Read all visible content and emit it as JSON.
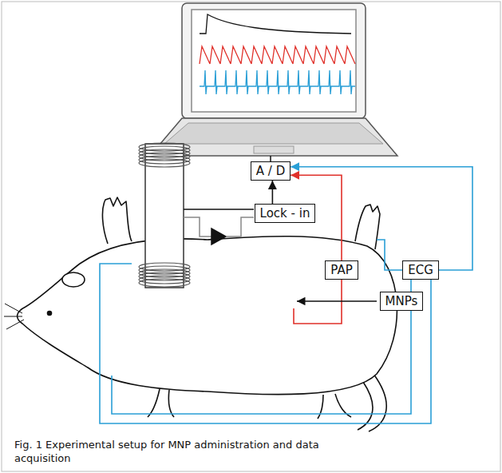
{
  "diagram": {
    "caption": "Fig. 1 Experimental setup for MNP administration and data acquisition",
    "nodes": [
      {
        "text": [
          "A / D"
        ]
      },
      {
        "text": [
          "Lock - in"
        ]
      },
      {
        "text": [
          "PAP"
        ]
      },
      {
        "text": [
          "ECG"
        ]
      },
      {
        "text": [
          "MNPs"
        ]
      }
    ],
    "edges": [
      {
        "from": 1,
        "to": 0,
        "arrow": "to"
      },
      {
        "from": 2,
        "to": 0,
        "arrow": "to"
      },
      {
        "from": 3,
        "to": 0,
        "arrow": "to"
      }
    ]
  }
}
